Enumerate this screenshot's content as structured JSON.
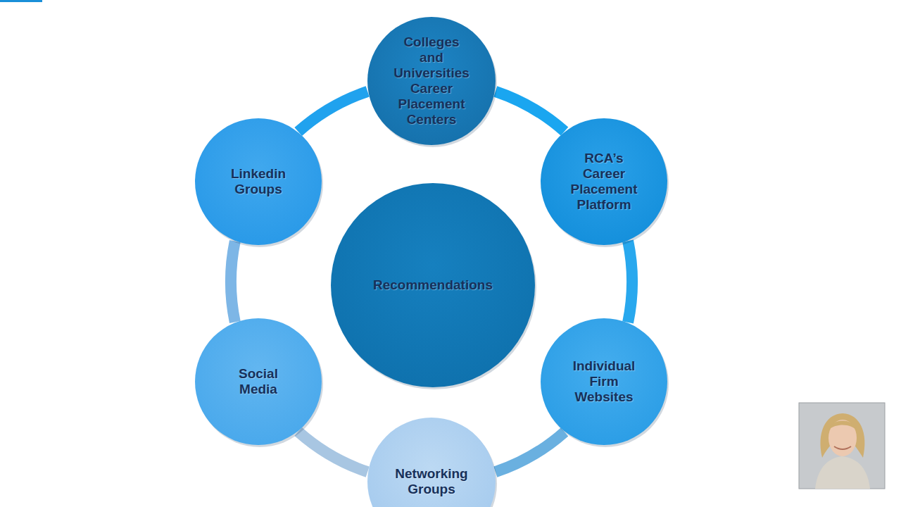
{
  "diagram": {
    "nodes": [
      {
        "text": [
          "Colleges and Universities Career Placement Centers"
        ]
      },
      {
        "text": [
          "RCA’s Career Placement Platform"
        ]
      },
      {
        "text": [
          "Individual Firm Websites"
        ]
      },
      {
        "text": [
          "Networking Groups"
        ]
      },
      {
        "text": [
          "Social Media"
        ]
      },
      {
        "text": [
          "Linkedin Groups"
        ]
      },
      {
        "text": [
          "Recommendations"
        ]
      }
    ],
    "edges": [
      {
        "from": 0,
        "to": 1,
        "arrow": "none"
      },
      {
        "from": 1,
        "to": 2,
        "arrow": "none"
      },
      {
        "from": 2,
        "to": 3,
        "arrow": "none"
      },
      {
        "from": 3,
        "to": 4,
        "arrow": "none"
      },
      {
        "from": 4,
        "to": 5,
        "arrow": "none"
      },
      {
        "from": 5,
        "to": 0,
        "arrow": "none"
      }
    ]
  }
}
